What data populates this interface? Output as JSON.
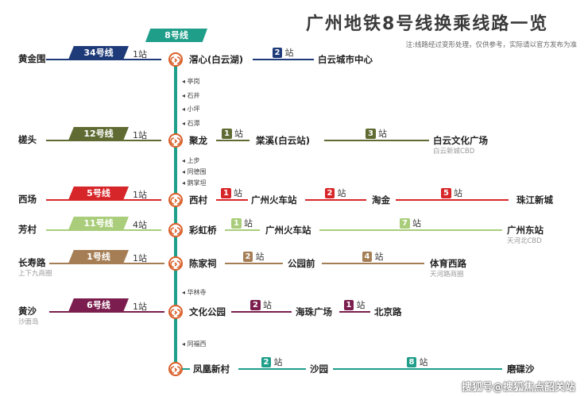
{
  "title": "广州地铁8号线换乘线路一览",
  "note": "注:线路经过变形处理，仅供参考，实际请以官方发布为准",
  "main_line": {
    "label": "8号线",
    "color": "#1f9e8a"
  },
  "station_unit": "站",
  "rows": [
    {
      "line": "34号线",
      "color": "#1e3a78",
      "left_station": "黄金围",
      "left_sub": "",
      "left_count": "1站",
      "stations": [
        "滘心(白云湖)",
        "白云城市中心"
      ],
      "counts": [
        "2"
      ],
      "last_sub": ""
    },
    {
      "line": "12号线",
      "color": "#5f6b32",
      "left_station": "槎头",
      "left_sub": "",
      "left_count": "1站",
      "stations": [
        "聚龙",
        "棠溪(白云站)",
        "白云文化广场"
      ],
      "counts": [
        "1",
        "3"
      ],
      "last_sub": "白云新城CBD"
    },
    {
      "line": "5号线",
      "color": "#d7262a",
      "left_station": "西场",
      "left_sub": "",
      "left_count": "1站",
      "stations": [
        "西村",
        "广州火车站",
        "淘金",
        "珠江新城"
      ],
      "counts": [
        "1",
        "2",
        "5"
      ],
      "last_sub": ""
    },
    {
      "line": "11号线",
      "color": "#a9cd7a",
      "left_station": "芳村",
      "left_sub": "",
      "left_count": "4站",
      "stations": [
        "彩虹桥",
        "广州火车站",
        "广州东站"
      ],
      "counts": [
        "1",
        "7"
      ],
      "last_sub": "天河北CBD"
    },
    {
      "line": "1号线",
      "color": "#a57e55",
      "left_station": "长寿路",
      "left_sub": "上下九商圈",
      "left_count": "1站",
      "stations": [
        "陈家祠",
        "公园前",
        "体育西路"
      ],
      "counts": [
        "2",
        "4"
      ],
      "last_sub": "天河路商圈"
    },
    {
      "line": "6号线",
      "color": "#7b1d4e",
      "left_station": "黄沙",
      "left_sub": "沙面岛",
      "left_count": "1站",
      "stations": [
        "文化公园",
        "海珠广场",
        "北京路"
      ],
      "counts": [
        "2",
        "1"
      ],
      "last_sub": ""
    },
    {
      "line": "",
      "color": "#1f9e8a",
      "left_station": "",
      "left_sub": "",
      "left_count": "",
      "stations": [
        "凤凰新村",
        "沙园",
        "磨碟沙"
      ],
      "counts": [
        "2",
        "8"
      ],
      "last_sub": ""
    }
  ],
  "intermediate_stations": [
    [
      "亭岗",
      "石井",
      "小坪",
      "石潭"
    ],
    [
      "上步",
      "同德围",
      "鹅掌坦"
    ],
    [],
    [],
    [
      "华林寺"
    ],
    [
      "同福西"
    ]
  ],
  "watermark": "搜狐号@搜狐焦点韶关站"
}
